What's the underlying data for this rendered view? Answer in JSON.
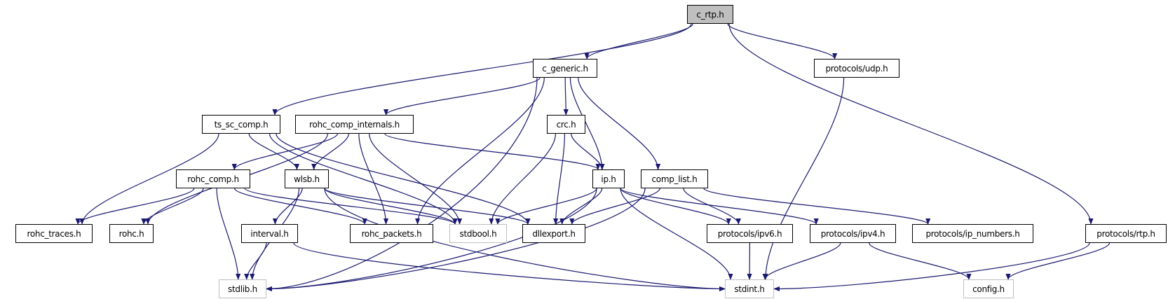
{
  "graph": {
    "type": "include-dependency-graph",
    "edge_color": "#191970",
    "nodes": [
      {
        "id": "c_rtp",
        "label": "c_rtp.h",
        "style": "focus"
      },
      {
        "id": "c_generic",
        "label": "c_generic.h",
        "style": "normal"
      },
      {
        "id": "udp",
        "label": "protocols/udp.h",
        "style": "normal"
      },
      {
        "id": "ts_sc_comp",
        "label": "ts_sc_comp.h",
        "style": "normal"
      },
      {
        "id": "rohc_comp_internals",
        "label": "rohc_comp_internals.h",
        "style": "normal"
      },
      {
        "id": "crc",
        "label": "crc.h",
        "style": "normal"
      },
      {
        "id": "rohc_comp",
        "label": "rohc_comp.h",
        "style": "normal"
      },
      {
        "id": "wlsb",
        "label": "wlsb.h",
        "style": "normal"
      },
      {
        "id": "ip",
        "label": "ip.h",
        "style": "normal"
      },
      {
        "id": "comp_list",
        "label": "comp_list.h",
        "style": "normal"
      },
      {
        "id": "rohc_traces",
        "label": "rohc_traces.h",
        "style": "normal"
      },
      {
        "id": "rohc",
        "label": "rohc.h",
        "style": "normal"
      },
      {
        "id": "interval",
        "label": "interval.h",
        "style": "normal"
      },
      {
        "id": "rohc_packets",
        "label": "rohc_packets.h",
        "style": "normal"
      },
      {
        "id": "stdbool",
        "label": "stdbool.h",
        "style": "gray"
      },
      {
        "id": "dllexport",
        "label": "dllexport.h",
        "style": "normal"
      },
      {
        "id": "ipv6",
        "label": "protocols/ipv6.h",
        "style": "normal"
      },
      {
        "id": "ipv4",
        "label": "protocols/ipv4.h",
        "style": "normal"
      },
      {
        "id": "ip_numbers",
        "label": "protocols/ip_numbers.h",
        "style": "normal"
      },
      {
        "id": "rtp",
        "label": "protocols/rtp.h",
        "style": "normal"
      },
      {
        "id": "stdlib",
        "label": "stdlib.h",
        "style": "gray"
      },
      {
        "id": "stdint",
        "label": "stdint.h",
        "style": "gray"
      },
      {
        "id": "config",
        "label": "config.h",
        "style": "gray"
      }
    ],
    "edges": [
      [
        "c_rtp",
        "c_generic"
      ],
      [
        "c_rtp",
        "ts_sc_comp"
      ],
      [
        "c_rtp",
        "udp"
      ],
      [
        "c_rtp",
        "rtp"
      ],
      [
        "c_generic",
        "stdlib"
      ],
      [
        "c_generic",
        "rohc_comp_internals"
      ],
      [
        "c_generic",
        "rohc_packets"
      ],
      [
        "c_generic",
        "crc"
      ],
      [
        "c_generic",
        "ip"
      ],
      [
        "c_generic",
        "comp_list"
      ],
      [
        "udp",
        "stdint"
      ],
      [
        "rtp",
        "stdint"
      ],
      [
        "rtp",
        "config"
      ],
      [
        "ts_sc_comp",
        "rohc_traces"
      ],
      [
        "ts_sc_comp",
        "wlsb"
      ],
      [
        "ts_sc_comp",
        "stdbool"
      ],
      [
        "ts_sc_comp",
        "dllexport"
      ],
      [
        "rohc_comp_internals",
        "rohc"
      ],
      [
        "rohc_comp_internals",
        "rohc_comp"
      ],
      [
        "rohc_comp_internals",
        "wlsb"
      ],
      [
        "rohc_comp_internals",
        "rohc_packets"
      ],
      [
        "rohc_comp_internals",
        "stdbool"
      ],
      [
        "rohc_comp_internals",
        "ip"
      ],
      [
        "crc",
        "stdbool"
      ],
      [
        "crc",
        "dllexport"
      ],
      [
        "crc",
        "ip"
      ],
      [
        "rohc_comp",
        "rohc_traces"
      ],
      [
        "rohc_comp",
        "rohc"
      ],
      [
        "rohc_comp",
        "stdlib"
      ],
      [
        "rohc_comp",
        "rohc_packets"
      ],
      [
        "rohc_comp",
        "stdbool"
      ],
      [
        "wlsb",
        "stdlib"
      ],
      [
        "wlsb",
        "interval"
      ],
      [
        "wlsb",
        "stdint"
      ],
      [
        "wlsb",
        "stdbool"
      ],
      [
        "wlsb",
        "dllexport"
      ],
      [
        "interval",
        "stdlib"
      ],
      [
        "interval",
        "stdint"
      ],
      [
        "ip",
        "stdbool"
      ],
      [
        "ip",
        "dllexport"
      ],
      [
        "ip",
        "stdlib"
      ],
      [
        "ip",
        "stdint"
      ],
      [
        "ip",
        "ipv6"
      ],
      [
        "ip",
        "ipv4"
      ],
      [
        "comp_list",
        "dllexport"
      ],
      [
        "comp_list",
        "stdlib"
      ],
      [
        "comp_list",
        "ipv6"
      ],
      [
        "comp_list",
        "ip_numbers"
      ],
      [
        "ipv6",
        "stdint"
      ],
      [
        "ipv4",
        "stdint"
      ],
      [
        "ipv4",
        "config"
      ]
    ]
  }
}
